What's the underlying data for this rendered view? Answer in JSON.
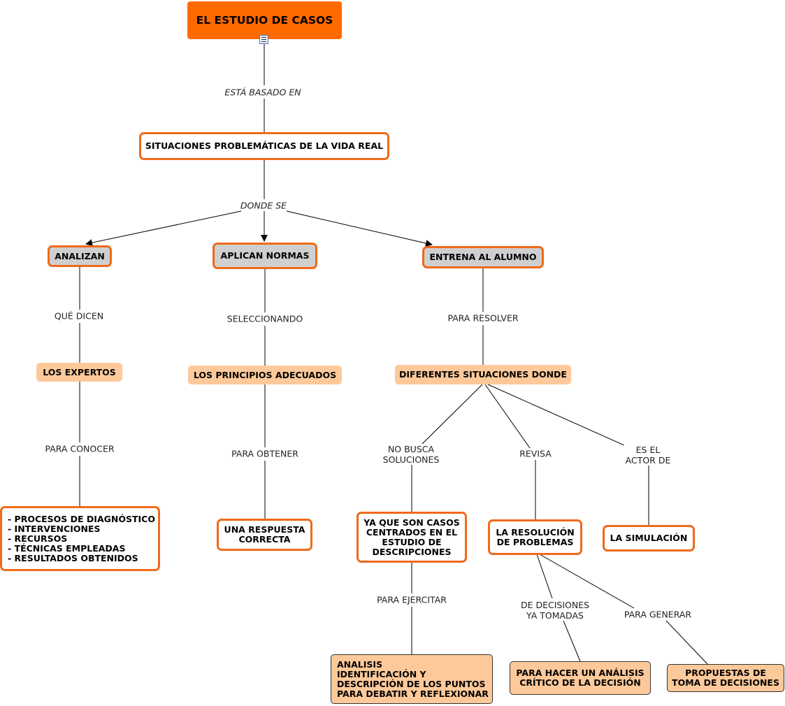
{
  "nodes": {
    "root": "EL ESTUDIO DE CASOS",
    "situaciones": "SITUACIONES PROBLEMÁTICAS DE LA VIDA REAL",
    "analizan": "ANALIZAN",
    "aplican": "APLICAN NORMAS",
    "entrena": "ENTRENA AL ALUMNO",
    "expertos": "LOS EXPERTOS",
    "principios": "LOS PRINCIPIOS ADECUADOS",
    "diferentes": "DIFERENTES SITUACIONES DONDE",
    "procesos": "- PROCESOS DE DIAGNÓSTICO\n- INTERVENCIONES\n- RECURSOS\n- TÉCNICAS EMPLEADAS\n- RESULTADOS OBTENIDOS",
    "respuesta": "UNA RESPUESTA\nCORRECTA",
    "casos": "YA QUE SON CASOS\nCENTRADOS EN EL\nESTUDIO DE\nDESCRIPCIONES",
    "resolucion": "LA RESOLUCIÓN\nDE PROBLEMAS",
    "simulacion": "LA SIMULACIÓN",
    "analisis": "ANALISIS\nIDENTIFICACIÓN Y\nDESCRIPCIÓN DE LOS PUNTOS\nPARA DEBATIR Y REFLEXIONAR",
    "critico": "PARA HACER UN ANÁLISIS\nCRÍTICO DE LA DECISIÓN",
    "propuestas": "PROPUESTAS DE\nTOMA DE DECISIONES"
  },
  "links": {
    "basado": "ESTÁ BASADO EN",
    "donde": "DONDE SE",
    "que_dicen": "QUÉ DICEN",
    "seleccionando": "SELECCIONANDO",
    "para_resolver": "PARA RESOLVER",
    "para_conocer": "PARA CONOCER",
    "para_obtener": "PARA OBTENER",
    "no_busca": "NO BUSCA\nSOLUCIONES",
    "revisa": "REVISA",
    "actor": "ES EL\nACTOR DE",
    "ejercitar": "PARA EJERCITAR",
    "decisiones": "DE DECISIONES\nYA TOMADAS",
    "generar": "PARA GENERAR"
  },
  "colors": {
    "root_fill": "#ff6a00",
    "node_border": "#ef6a1a",
    "grey_fill": "#cfcfcf",
    "peach_fill": "#fec99a"
  },
  "icons": {
    "root_note": "note-icon"
  }
}
